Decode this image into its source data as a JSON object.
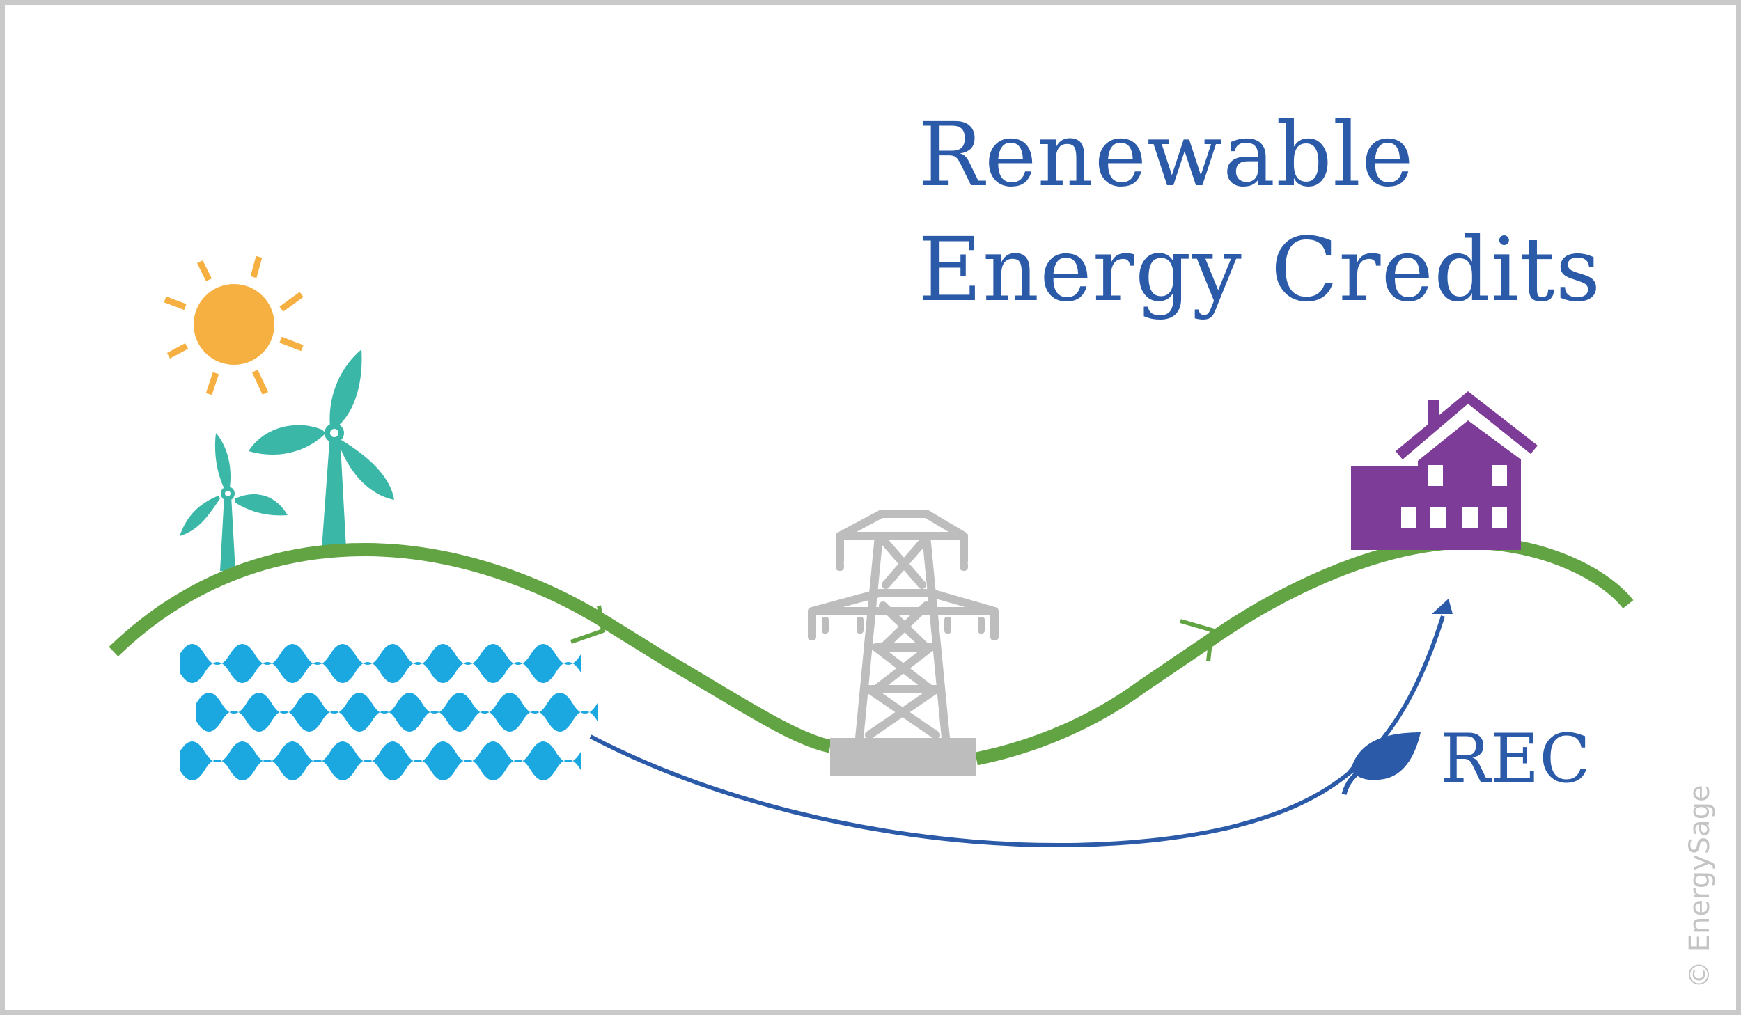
{
  "title": {
    "line1": "Renewable",
    "line2": "Energy Credits"
  },
  "rec_badge": {
    "label": "REC",
    "icon": "leaf-icon"
  },
  "watermark": "© EnergySage",
  "icons": [
    "sun-icon",
    "wind-turbine-icon",
    "water-waves-icon",
    "transmission-tower-icon",
    "house-icon",
    "leaf-icon"
  ],
  "colors": {
    "title": "#2b5aa8",
    "grid_line": "#62a443",
    "sun": "#f5b041",
    "turbine": "#3bb7a8",
    "water": "#1ba8e0",
    "tower": "#bdbdbd",
    "house": "#7d3c98",
    "rec_arrow": "#2b5aa8"
  }
}
